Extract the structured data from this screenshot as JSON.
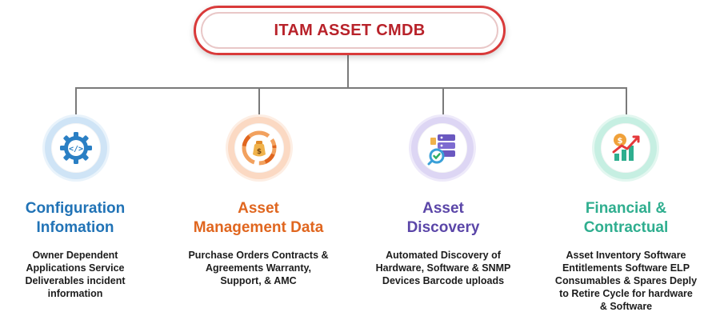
{
  "root": {
    "title": "ITAM ASSET CMDB"
  },
  "columns": [
    {
      "title_line1": "Configuration",
      "title_line2": "Infomation",
      "desc_lines": [
        "Owner Dependent",
        "Applications Service",
        "Deliverables incident",
        "information"
      ],
      "color": "#2173b6",
      "icon": "gear-code-icon"
    },
    {
      "title_line1": "Asset",
      "title_line2": "Management Data",
      "desc_lines": [
        "Purchase Orders Contracts &",
        "Agreements Warranty,",
        "Support, & AMC"
      ],
      "color": "#e0661f",
      "icon": "money-bag-icon"
    },
    {
      "title_line1": "Asset",
      "title_line2": "Discovery",
      "desc_lines": [
        "Automated Discovery of",
        "Hardware, Software & SNMP",
        "Devices Barcode uploads"
      ],
      "color": "#5b46a8",
      "icon": "server-discovery-icon"
    },
    {
      "title_line1": "Financial &",
      "title_line2": "Contractual",
      "desc_lines": [
        "Asset Inventory Software",
        "Entitlements Software ELP",
        "Consumables & Spares Deply",
        "to Retire Cycle for hardware",
        "& Software"
      ],
      "color": "#2fae8f",
      "icon": "growth-chart-icon"
    }
  ],
  "colors": {
    "root_border": "#d93a3a",
    "root_text": "#b8222a",
    "connector": "#7a7a7a"
  }
}
